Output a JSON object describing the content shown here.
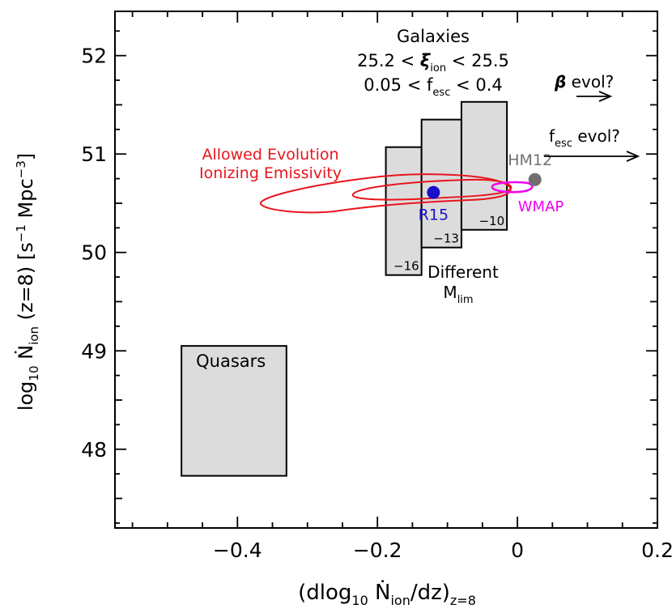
{
  "chart_data": {
    "type": "scatter",
    "xlabel": {
      "pre": "(dlog",
      "sub1": "10",
      "mid": " Ṅ",
      "sub2": "ion",
      "post": "/dz)",
      "sub3": "z=8"
    },
    "ylabel": {
      "pre": "log",
      "sub1": "10",
      "mid": " Ṅ",
      "sub2": "ion",
      "post": "  (z=8)  [s",
      "sup1": "−1",
      "mid2": " Mpc",
      "sup2": "−3",
      "end": "]"
    },
    "xlim": [
      -0.575,
      0.2
    ],
    "ylim": [
      47.2,
      52.45
    ],
    "x_ticks": [
      {
        "value": -0.4,
        "label": "−0.4"
      },
      {
        "value": -0.2,
        "label": "−0.2"
      },
      {
        "value": 0,
        "label": "0"
      },
      {
        "value": 0.2,
        "label": "0.2"
      }
    ],
    "y_ticks": [
      {
        "value": 48,
        "label": "48"
      },
      {
        "value": 49,
        "label": "49"
      },
      {
        "value": 50,
        "label": "50"
      },
      {
        "value": 51,
        "label": "51"
      },
      {
        "value": 52,
        "label": "52"
      }
    ],
    "boxes": [
      {
        "name": "Quasars",
        "x0": -0.48,
        "x1": -0.33,
        "y0": 47.73,
        "y1": 49.05,
        "label": "Quasars"
      },
      {
        "name": "M_lim -16",
        "x0": -0.188,
        "x1": -0.137,
        "y0": 49.77,
        "y1": 51.07,
        "label": "−16"
      },
      {
        "name": "M_lim -13",
        "x0": -0.137,
        "x1": -0.08,
        "y0": 50.05,
        "y1": 51.35,
        "label": "−13"
      },
      {
        "name": "M_lim -10",
        "x0": -0.08,
        "x1": -0.015,
        "y0": 50.23,
        "y1": 51.53,
        "label": "−10"
      }
    ],
    "points": [
      {
        "name": "R15",
        "label": "R15",
        "x": -0.12,
        "y": 50.61,
        "color": "#1a10c8"
      },
      {
        "name": "HM12",
        "label": "HM12",
        "x": 0.025,
        "y": 50.74,
        "color": "#707070"
      }
    ],
    "annotations": {
      "galaxies": {
        "title": "Galaxies",
        "xi": {
          "lo": "25.2",
          "op": "<",
          "sym": "ξ",
          "sub": "ion",
          "hi": "25.5"
        },
        "fesc": {
          "lo": "0.05",
          "op": "<",
          "sym": "f",
          "sub": "esc",
          "hi": "0.4"
        }
      },
      "beta_evol": {
        "sym": "β",
        "text": " evol?"
      },
      "fesc_evol": {
        "sym": "f",
        "sub": "esc",
        "text": " evol?"
      },
      "allowed": {
        "line1": "Allowed Evolution",
        "line2": "Ionizing Emissivity"
      },
      "wmap": "WMAP",
      "different": {
        "line1": "Different",
        "m": "M",
        "sub": "lim"
      }
    },
    "colors": {
      "box_fill": "#dcdcdc",
      "contour": "#e8141c",
      "wmap": "#f000f0",
      "r15": "#1a10c8",
      "hm12": "#707070"
    }
  }
}
